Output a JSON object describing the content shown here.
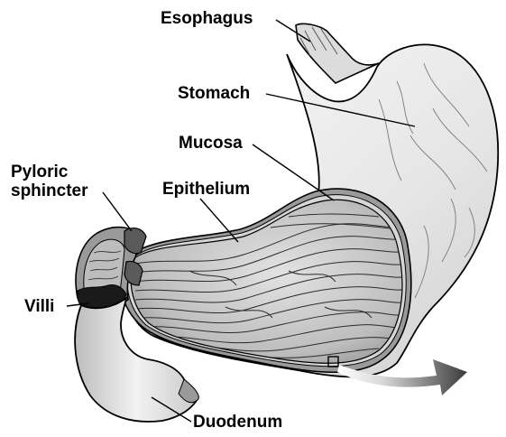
{
  "labels": {
    "esophagus": "Esophagus",
    "stomach": "Stomach",
    "mucosa": "Mucosa",
    "pyloric_line1": "Pyloric",
    "pyloric_line2": "sphincter",
    "epithelium": "Epithelium",
    "villi": "Villi",
    "duodenum": "Duodenum"
  },
  "colors": {
    "ink": "#000000",
    "stomach_fill": "#e9e9e9",
    "interior_fill": "#c9c9c9",
    "wall_band": "#8a8a8a",
    "arrow_dark": "#444444",
    "arrow_light": "#dddddd",
    "background": "#ffffff"
  }
}
